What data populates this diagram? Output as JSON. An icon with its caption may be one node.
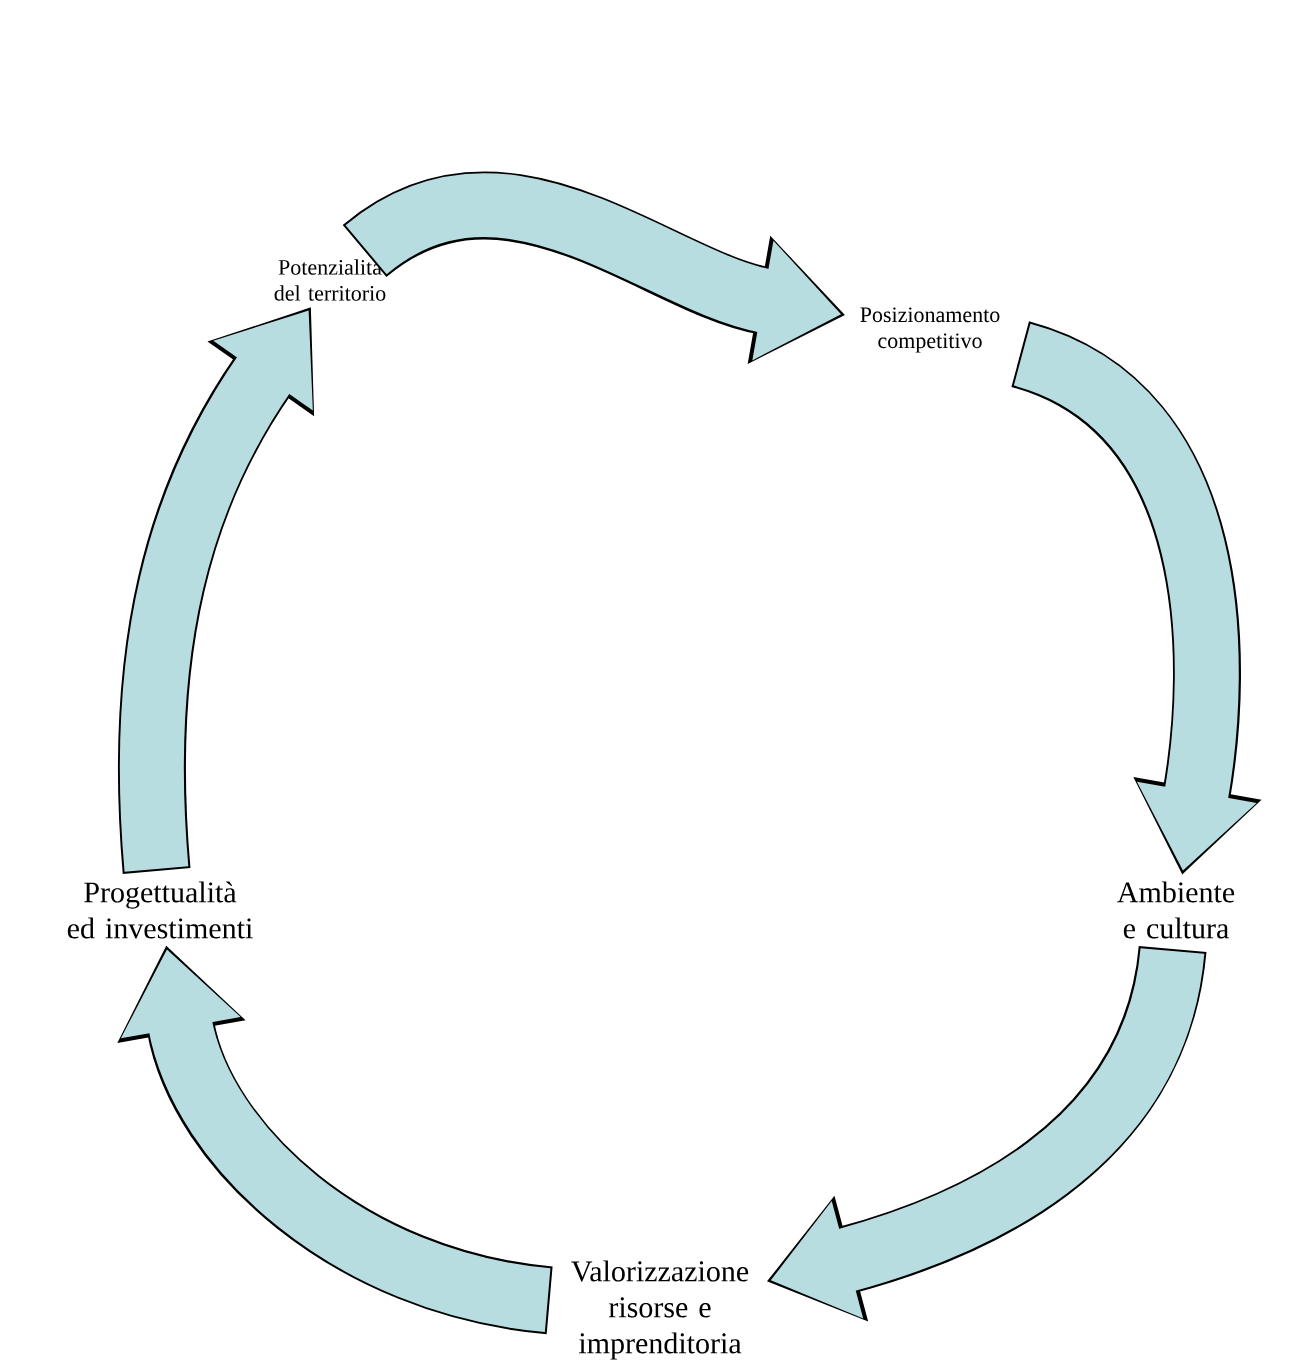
{
  "diagram": {
    "nodes": [
      {
        "text": [
          "Potenzialità del territorio"
        ]
      },
      {
        "text": [
          "Posizionamento competitivo"
        ]
      },
      {
        "text": [
          "Ambiente e cultura"
        ]
      },
      {
        "text": [
          "Valorizzazione risorse e imprenditoria"
        ]
      },
      {
        "text": [
          "Progettualità ed investimenti"
        ]
      }
    ],
    "edges": [
      {
        "from": 0,
        "to": 1,
        "arrow": "to"
      },
      {
        "from": 1,
        "to": 2,
        "arrow": "to"
      },
      {
        "from": 2,
        "to": 3,
        "arrow": "to"
      },
      {
        "from": 3,
        "to": 4,
        "arrow": "to"
      },
      {
        "from": 4,
        "to": 0,
        "arrow": "to"
      }
    ]
  }
}
